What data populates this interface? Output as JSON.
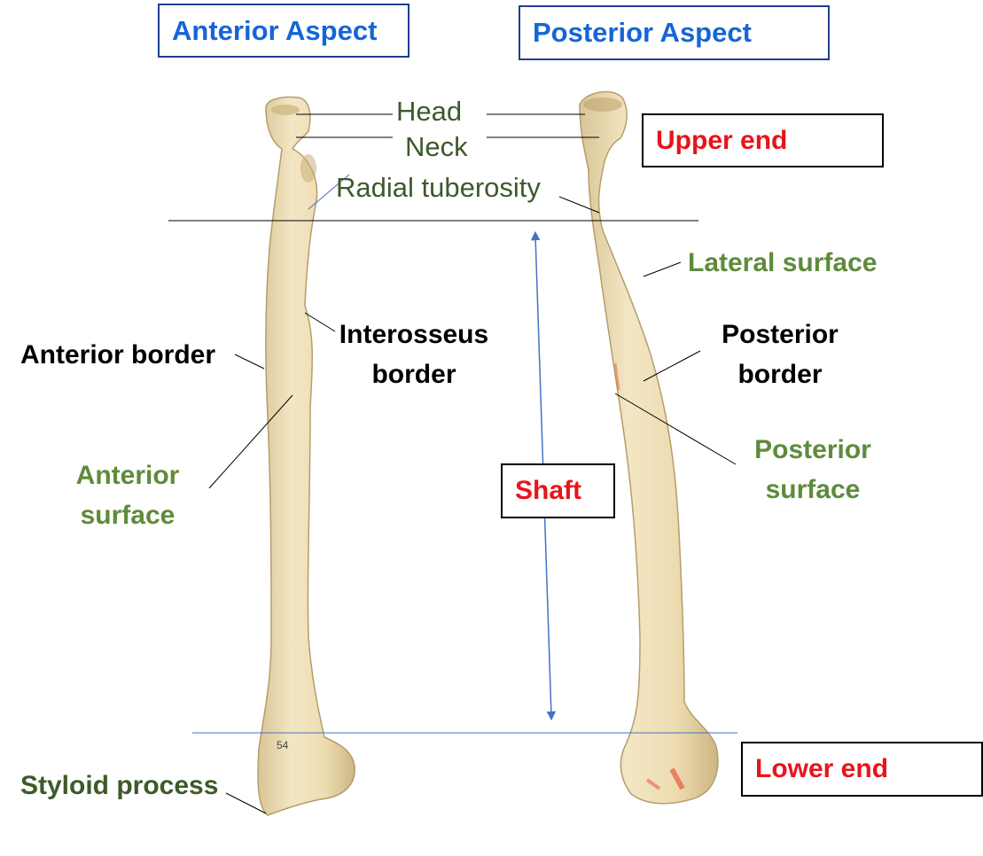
{
  "headers": {
    "anterior": "Anterior Aspect",
    "posterior": "Posterior Aspect"
  },
  "regions": {
    "upper_end": "Upper end",
    "shaft": "Shaft",
    "lower_end": "Lower end"
  },
  "labels": {
    "head": "Head",
    "neck": "Neck",
    "radial_tuberosity": "Radial tuberosity",
    "lateral_surface": "Lateral surface",
    "interosseus_border": "Interosseus\nborder",
    "anterior_border": "Anterior border",
    "posterior_border": "Posterior\nborder",
    "anterior_surface": "Anterior\nsurface",
    "posterior_surface": "Posterior\nsurface",
    "styloid_process": "Styloid process"
  },
  "colors": {
    "header_text": "#1665d8",
    "region_text": "#e8141b",
    "surface_label": "#5e8b3b",
    "feature_label": "#3d5a2a",
    "border_label": "#000000",
    "bone": "#ecdcb2",
    "shaft_arrow": "#4472c4"
  }
}
